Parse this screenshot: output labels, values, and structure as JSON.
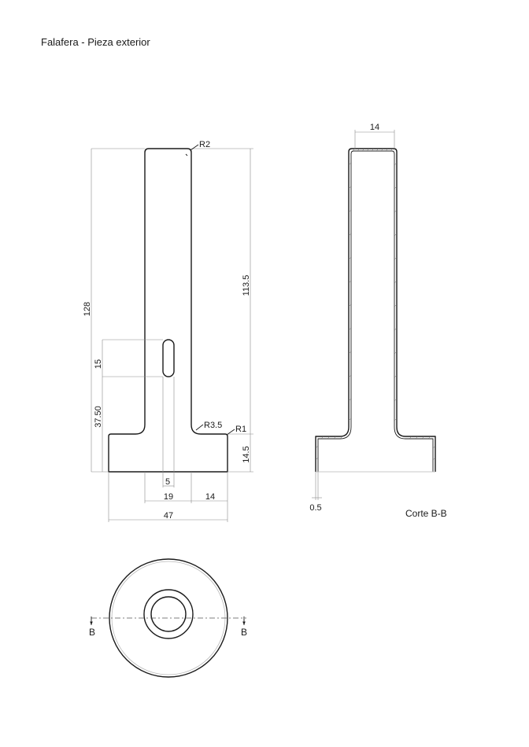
{
  "title": "Falafera - Pieza exterior",
  "front_view": {
    "dims": {
      "height_total": "128",
      "height_inner": "113.5",
      "slot_height": "15",
      "slot_position": "37.50",
      "base_height": "14.5",
      "slot_width": "5",
      "stem_width": "19",
      "flange_width": "14",
      "base_width": "47"
    },
    "radii": {
      "top": "R2",
      "fillet": "R3.5",
      "corner": "R1"
    }
  },
  "section_view": {
    "top_width": "14",
    "thickness": "0.5",
    "label": "Corte B-B"
  },
  "top_view": {
    "cut_left": "B",
    "cut_right": "B"
  }
}
